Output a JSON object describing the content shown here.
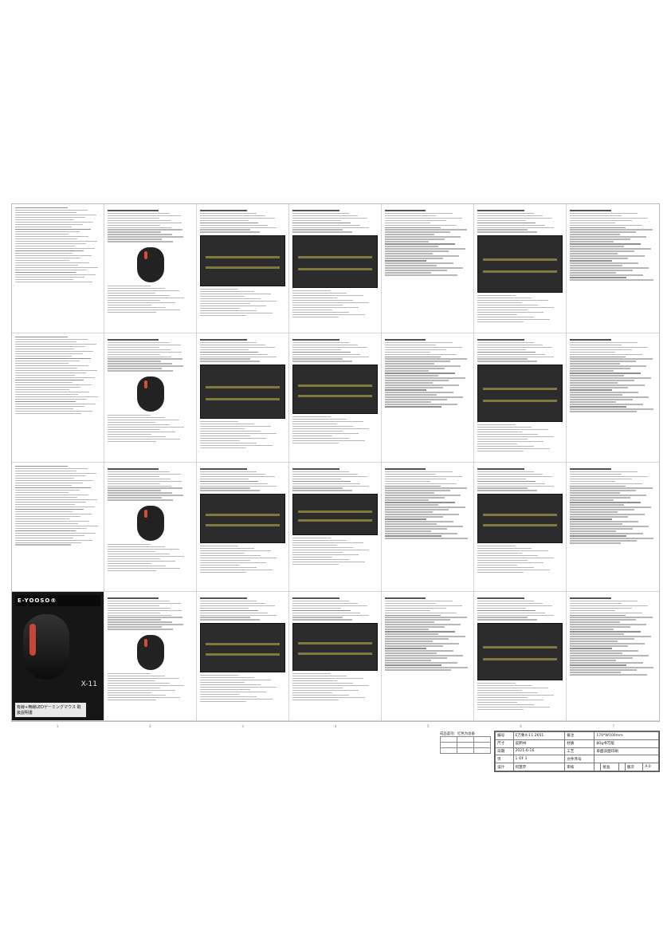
{
  "cover": {
    "brand": "E-YOOSO®",
    "model": "X-11",
    "jp_title": "有線+無線LEDゲーミングマウス 取扱説明書"
  },
  "footer_column_numbers": [
    "1",
    "2",
    "3",
    "4",
    "5",
    "6",
    "7"
  ],
  "review": {
    "label": "成品鉴别：红色为准备",
    "rows": [
      [
        "",
        "",
        ""
      ],
      [
        "",
        "",
        ""
      ],
      [
        "",
        "",
        ""
      ]
    ]
  },
  "title_block": {
    "r1": [
      "编号",
      "E万象X-11-2651",
      "备注",
      "170*W100mm"
    ],
    "r2": [
      "尺寸",
      "说明书",
      "材质",
      "80g书写纸"
    ],
    "r3": [
      "日期",
      "2021-6-16",
      "工艺",
      "单面双面印刷"
    ],
    "r4": [
      "页",
      "1 OF 1",
      "文件序号",
      ""
    ],
    "r5": [
      "设计",
      "何慧芹",
      "审核",
      "",
      "批准",
      "",
      "版次",
      "A.0"
    ]
  }
}
